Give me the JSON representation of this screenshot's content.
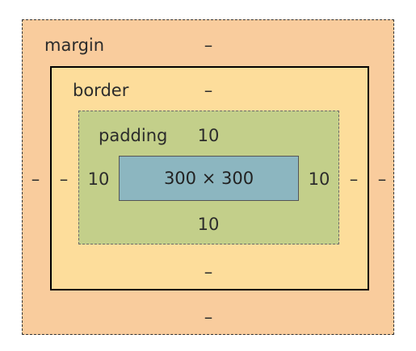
{
  "margin": {
    "label": "margin",
    "top": "–",
    "right": "–",
    "bottom": "–",
    "left": "–"
  },
  "border": {
    "label": "border",
    "top": "–",
    "right": "–",
    "bottom": "–",
    "left": "–"
  },
  "padding": {
    "label": "padding",
    "top": "10",
    "right": "10",
    "bottom": "10",
    "left": "10"
  },
  "content": {
    "size": "300 × 300"
  },
  "colors": {
    "margin": "#f9cc9d",
    "border": "#fddd9b",
    "padding": "#c3cf8a",
    "content": "#8cb6c0"
  }
}
